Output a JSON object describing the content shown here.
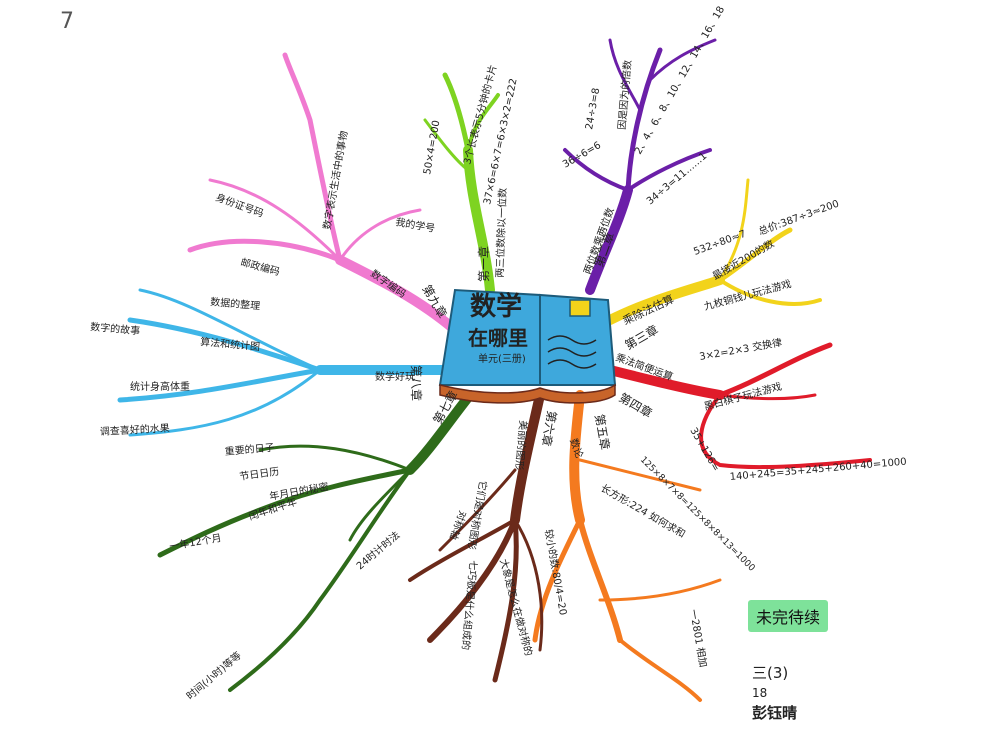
{
  "corner_mark": "7",
  "center": {
    "title_line1": "数学",
    "title_line2": "在哪里",
    "subtitle": "单元(三册)"
  },
  "branches": {
    "green": {
      "chapter": "第一章",
      "texts": [
        "两三位数除以一位数",
        "50×4=200",
        "37×6=6×7=6×3×2=222",
        "3个长表示5分钟的卡片"
      ]
    },
    "purple": {
      "chapter": "第二章",
      "texts": [
        "两位数乘两位数",
        "36÷6=6",
        "34÷3=11……1",
        "2、4、6、8、10、12、14、16、18",
        "24÷3=8",
        "因是因为的倍数"
      ]
    },
    "yellow": {
      "chapter": "第三章",
      "texts": [
        "乘除法估算",
        "最接近200的数",
        "532÷80≈7",
        "总价:387÷3≈200",
        "九枚铜钱儿玩法游戏"
      ]
    },
    "red": {
      "chapter": "第四章",
      "texts": [
        "乘法简便运算",
        "3×2=2×3 交换律",
        "黑白棋子玩法游戏",
        "35+126=",
        "140+245=35+245+260+40=1000"
      ]
    },
    "orange": {
      "chapter": "第五章",
      "texts": [
        "125×8×7×8=125×8×8×13=1000",
        "长方形:224 如何求和",
        "较小的数:80/4=20",
        "一2801 相加",
        "数论"
      ]
    },
    "brown": {
      "chapter": "第六章",
      "texts": [
        "美丽的图形",
        "它们是对称图形",
        "对称轴",
        "大象是怎么在做对称的",
        "七巧板是什么组成的"
      ]
    },
    "darkgreen": {
      "chapter": "第七章",
      "texts": [
        "年月日的秘密",
        "重要的日子",
        "节日日历",
        "一年12个月",
        "闰年和平年",
        "24时计时法",
        "时间(小时)等等"
      ]
    },
    "blue": {
      "chapter": "第八章",
      "texts": [
        "数学好玩",
        "数据的整理",
        "算法和统计图",
        "统计身高体重",
        "调查喜好的水果",
        "数字的故事"
      ]
    },
    "pink": {
      "chapter": "第九章",
      "texts": [
        "数字编码",
        "邮政编码",
        "身份证号码",
        "数字表示生活中的事物",
        "我的学号"
      ]
    }
  },
  "tag_text": "未完待续",
  "signature": {
    "class": "三(3)",
    "number": "18",
    "name": "彭钰晴"
  },
  "colors": {
    "green": "#7ed321",
    "purple": "#6b1fa8",
    "yellow": "#f2d31b",
    "red": "#e01b2a",
    "orange": "#f47a1f",
    "brown": "#6b2a1a",
    "darkgreen": "#2e6b1a",
    "blue": "#3fb6e8",
    "pink": "#f07ad0",
    "book_blue": "#3ea8dc",
    "tag_green": "#7ee29a"
  }
}
